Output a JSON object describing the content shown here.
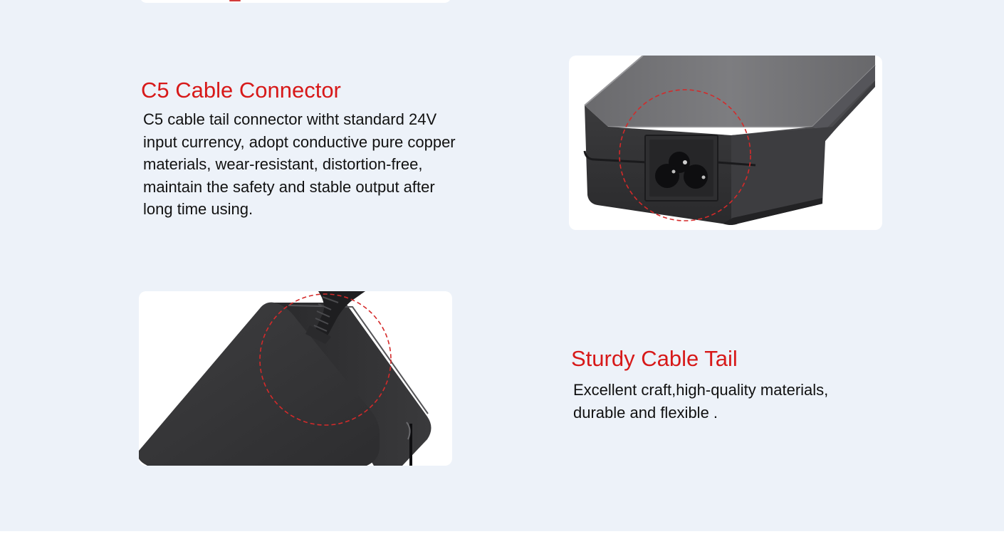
{
  "features": [
    {
      "title": "C5 Cable Connector",
      "description": "C5 cable tail connector witht standard 24V input currency, adopt conductive pure copper materials, wear-resistant, distortion-free, maintain the safety and stable output after long time using.",
      "image_icon": "c5-connector-photo"
    },
    {
      "title": "Sturdy Cable Tail",
      "description": "Excellent craft,high-quality materials, durable and flexible .",
      "image_icon": "cable-tail-photo"
    }
  ],
  "colors": {
    "section_background": "#edf2f9",
    "title_red": "#d71919",
    "text": "#111111",
    "highlight_circle": "#d42a2a",
    "device_body": "#3a3a3c"
  }
}
